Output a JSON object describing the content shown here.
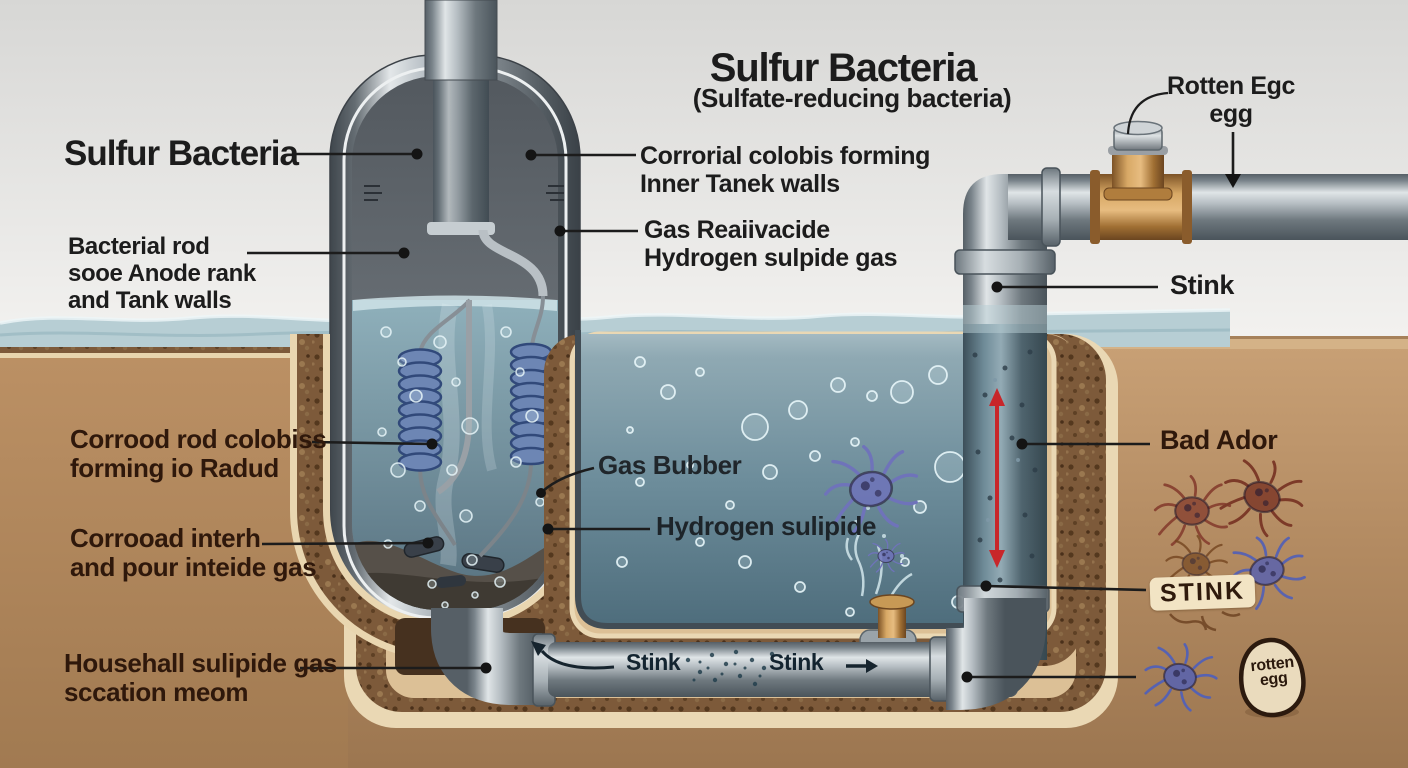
{
  "title": {
    "main": "Sulfur Bacteria",
    "subtitle": "(Sulfate-reducing bacteria)"
  },
  "labels": {
    "left_heading": "Sulfur Bacteria",
    "anode_rod": "Bacterial rod\nsooe Anode rank\nand Tank walls",
    "inner_tank_walls": "Corrorial colobis forming\nInner Tanek walls",
    "gas_released": "Gas Reaiivacide\nHydrogen sulpide gas",
    "corroded_rod": "Corrood rod colobiss\nforming io Radud",
    "corroded_interior": "Corrooad interh\nand pour inteide gas",
    "household_gas": "Househall sulipide gas\nsccation meom",
    "gas_bubble": "Gas Bubber",
    "hydrogen_sulfide": "Hydrogen sulipide",
    "rotten_egg_top": "Rotten Egc\negg",
    "stink_pipe": "Stink",
    "bad_odor": "Bad Ador",
    "stink_badge": "STINK",
    "stink_flow_left": "Stink",
    "stink_flow_right": "Stink",
    "rotten_egg_icon": "rotten\negg"
  },
  "colors": {
    "sky": "#e9e8e6",
    "soil": "#b28a61",
    "soil_wall_tan": "#dcc096",
    "speckle_brown": "#7d5a3a",
    "water": "#6d8d9b",
    "pipe_gray": "#aab3b8",
    "brass": "#d8a966",
    "red_arrow": "#c8262a",
    "coil_blue": "#6d86b4",
    "bacteria_red": "#8a4533",
    "bacteria_blue": "#5a63ae",
    "bacteria_purple": "#6f73ba",
    "label_ink": "#1c1c1c",
    "label_brown": "#2f180b"
  }
}
